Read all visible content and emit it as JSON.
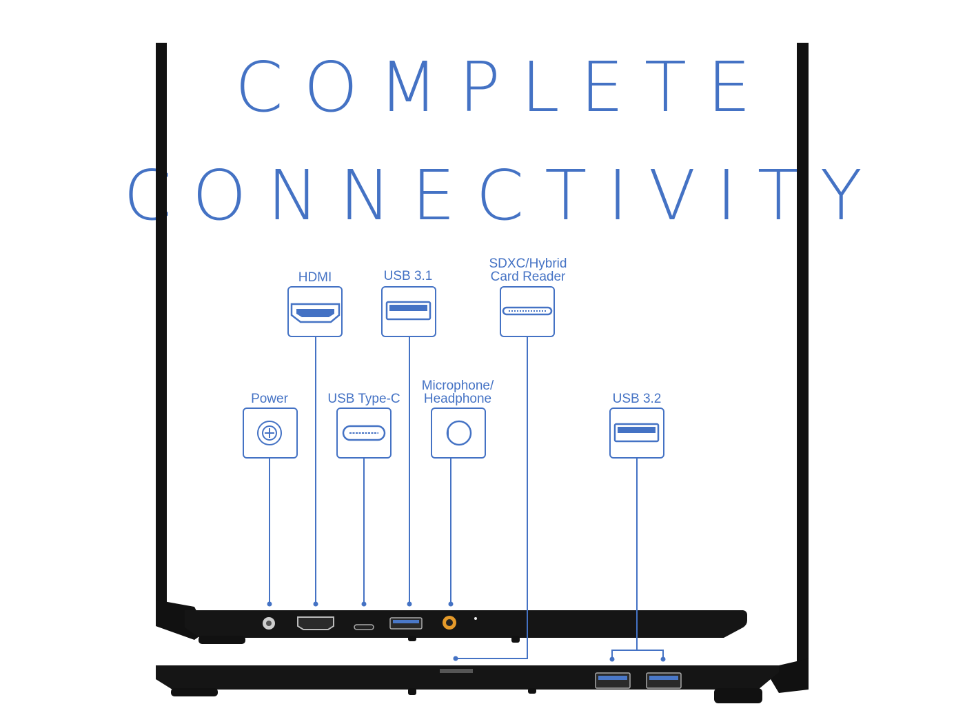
{
  "headline": {
    "line1": "COMPLETE",
    "line2": "CONNECTIVITY"
  },
  "ports": [
    {
      "key": "power",
      "lines": [
        "Power"
      ],
      "icon": "power-jack-icon"
    },
    {
      "key": "hdmi",
      "lines": [
        "HDMI"
      ],
      "icon": "hdmi-port-icon"
    },
    {
      "key": "usbc",
      "lines": [
        "USB Type-C"
      ],
      "icon": "usb-type-c-port-icon"
    },
    {
      "key": "usb31",
      "lines": [
        "USB 3.1"
      ],
      "icon": "usb-a-port-icon"
    },
    {
      "key": "audio",
      "lines": [
        "Microphone/",
        "Headphone"
      ],
      "icon": "audio-jack-icon"
    },
    {
      "key": "sd",
      "lines": [
        "SDXC/Hybrid",
        "Card Reader"
      ],
      "icon": "sd-card-slot-icon"
    },
    {
      "key": "usb32",
      "lines": [
        "USB 3.2"
      ],
      "icon": "usb-a-port-icon"
    }
  ],
  "colors": {
    "accent": "#4472c4",
    "device": "#111111",
    "port_orange": "#f0a020"
  }
}
